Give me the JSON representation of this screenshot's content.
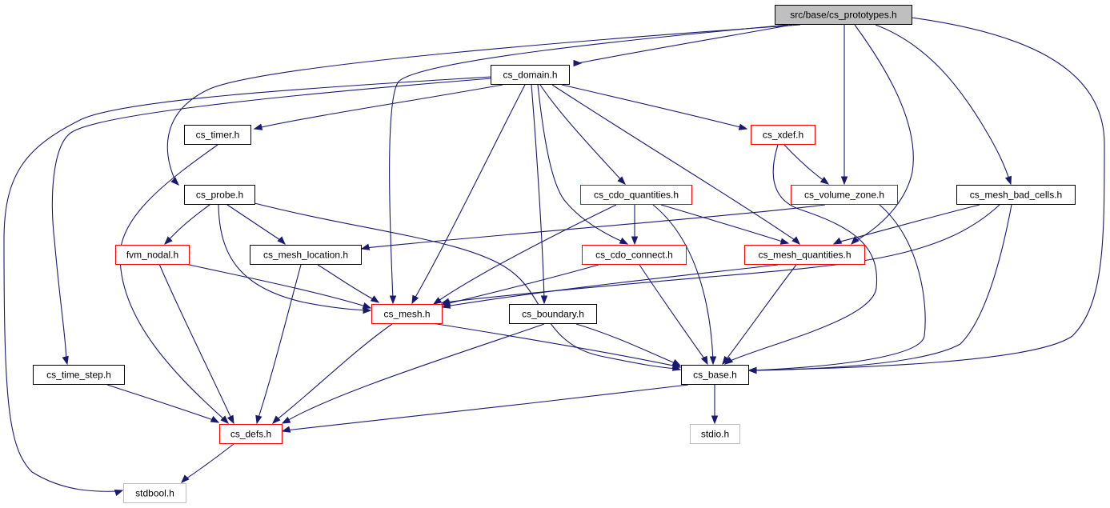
{
  "colors": {
    "edge": "#191970",
    "root_fill": "#bfbfbf",
    "border_plain": "#000000",
    "border_truncated": "#ff0000",
    "border_external": "#bfbfbf"
  },
  "nodes": [
    {
      "id": "root",
      "label": "src/base/cs_prototypes.h",
      "style": "root"
    },
    {
      "id": "cs_domain",
      "label": "cs_domain.h",
      "style": "plain"
    },
    {
      "id": "cs_timer",
      "label": "cs_timer.h",
      "style": "plain"
    },
    {
      "id": "cs_xdef",
      "label": "cs_xdef.h",
      "style": "truncated"
    },
    {
      "id": "cs_probe",
      "label": "cs_probe.h",
      "style": "plain"
    },
    {
      "id": "cs_cdo_quantities",
      "label": "cs_cdo_quantities.h",
      "style": "truncated"
    },
    {
      "id": "cs_volume_zone",
      "label": "cs_volume_zone.h",
      "style": "truncated"
    },
    {
      "id": "cs_mesh_bad_cells",
      "label": "cs_mesh_bad_cells.h",
      "style": "plain"
    },
    {
      "id": "fvm_nodal",
      "label": "fvm_nodal.h",
      "style": "truncated"
    },
    {
      "id": "cs_mesh_location",
      "label": "cs_mesh_location.h",
      "style": "plain"
    },
    {
      "id": "cs_cdo_connect",
      "label": "cs_cdo_connect.h",
      "style": "truncated"
    },
    {
      "id": "cs_mesh_quantities",
      "label": "cs_mesh_quantities.h",
      "style": "truncated"
    },
    {
      "id": "cs_mesh",
      "label": "cs_mesh.h",
      "style": "truncated"
    },
    {
      "id": "cs_boundary",
      "label": "cs_boundary.h",
      "style": "plain"
    },
    {
      "id": "cs_time_step",
      "label": "cs_time_step.h",
      "style": "plain"
    },
    {
      "id": "cs_base",
      "label": "cs_base.h",
      "style": "plain"
    },
    {
      "id": "cs_defs",
      "label": "cs_defs.h",
      "style": "truncated"
    },
    {
      "id": "stdio",
      "label": "stdio.h",
      "style": "external"
    },
    {
      "id": "stdbool",
      "label": "stdbool.h",
      "style": "external"
    }
  ],
  "edges": [
    {
      "from": "root",
      "to": "cs_domain"
    },
    {
      "from": "root",
      "to": "cs_probe"
    },
    {
      "from": "root",
      "to": "cs_mesh"
    },
    {
      "from": "root",
      "to": "cs_volume_zone"
    },
    {
      "from": "root",
      "to": "cs_mesh_quantities"
    },
    {
      "from": "root",
      "to": "cs_mesh_bad_cells"
    },
    {
      "from": "root",
      "to": "cs_base"
    },
    {
      "from": "cs_domain",
      "to": "cs_timer"
    },
    {
      "from": "cs_domain",
      "to": "cs_xdef"
    },
    {
      "from": "cs_domain",
      "to": "cs_cdo_quantities"
    },
    {
      "from": "cs_domain",
      "to": "cs_cdo_connect"
    },
    {
      "from": "cs_domain",
      "to": "cs_mesh_quantities"
    },
    {
      "from": "cs_domain",
      "to": "cs_mesh"
    },
    {
      "from": "cs_domain",
      "to": "cs_boundary"
    },
    {
      "from": "cs_domain",
      "to": "cs_time_step"
    },
    {
      "from": "cs_domain",
      "to": "stdbool"
    },
    {
      "from": "cs_timer",
      "to": "cs_defs"
    },
    {
      "from": "cs_xdef",
      "to": "cs_volume_zone"
    },
    {
      "from": "cs_xdef",
      "to": "cs_base"
    },
    {
      "from": "cs_probe",
      "to": "fvm_nodal"
    },
    {
      "from": "cs_probe",
      "to": "cs_mesh_location"
    },
    {
      "from": "cs_probe",
      "to": "cs_mesh"
    },
    {
      "from": "cs_probe",
      "to": "cs_base"
    },
    {
      "from": "cs_cdo_quantities",
      "to": "cs_cdo_connect"
    },
    {
      "from": "cs_cdo_quantities",
      "to": "cs_mesh_quantities"
    },
    {
      "from": "cs_cdo_quantities",
      "to": "cs_mesh"
    },
    {
      "from": "cs_cdo_quantities",
      "to": "cs_base"
    },
    {
      "from": "cs_volume_zone",
      "to": "cs_mesh_location"
    },
    {
      "from": "cs_volume_zone",
      "to": "cs_base"
    },
    {
      "from": "cs_mesh_bad_cells",
      "to": "cs_mesh_quantities"
    },
    {
      "from": "cs_mesh_bad_cells",
      "to": "cs_mesh"
    },
    {
      "from": "cs_mesh_bad_cells",
      "to": "cs_base"
    },
    {
      "from": "fvm_nodal",
      "to": "cs_mesh"
    },
    {
      "from": "fvm_nodal",
      "to": "cs_defs"
    },
    {
      "from": "cs_mesh_location",
      "to": "cs_mesh"
    },
    {
      "from": "cs_mesh_location",
      "to": "cs_defs"
    },
    {
      "from": "cs_cdo_connect",
      "to": "cs_mesh"
    },
    {
      "from": "cs_cdo_connect",
      "to": "cs_base"
    },
    {
      "from": "cs_mesh_quantities",
      "to": "cs_mesh"
    },
    {
      "from": "cs_mesh_quantities",
      "to": "cs_base"
    },
    {
      "from": "cs_mesh",
      "to": "cs_base"
    },
    {
      "from": "cs_mesh",
      "to": "cs_defs"
    },
    {
      "from": "cs_boundary",
      "to": "cs_base"
    },
    {
      "from": "cs_boundary",
      "to": "cs_defs"
    },
    {
      "from": "cs_time_step",
      "to": "cs_defs"
    },
    {
      "from": "cs_base",
      "to": "cs_defs"
    },
    {
      "from": "cs_base",
      "to": "stdio"
    },
    {
      "from": "cs_defs",
      "to": "stdbool"
    }
  ]
}
